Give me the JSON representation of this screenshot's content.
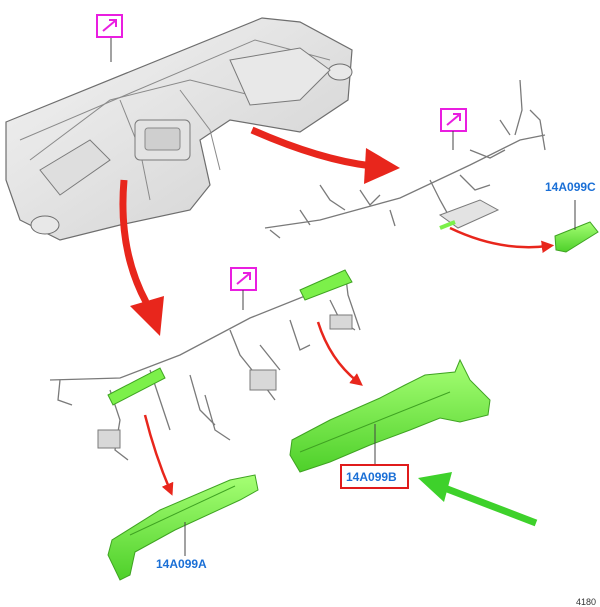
{
  "diagram": {
    "parts": [
      {
        "id": "a",
        "label": "14A099A",
        "highlighted": false
      },
      {
        "id": "b",
        "label": "14A099B",
        "highlighted": true
      },
      {
        "id": "c",
        "label": "14A099C",
        "highlighted": false
      }
    ],
    "reference_number": "4180",
    "colors": {
      "label_blue": "#1a6fd6",
      "part_green": "#7cf04a",
      "arrow_red": "#e8261c",
      "pointer_green": "#3ed12b",
      "callout_magenta": "#e91ee0",
      "highlight_red": "#e01b1b",
      "line_gray": "#6e6e6e"
    },
    "icons": [
      "magnify-callout-icon",
      "magnify-callout-icon",
      "magnify-callout-icon"
    ]
  }
}
